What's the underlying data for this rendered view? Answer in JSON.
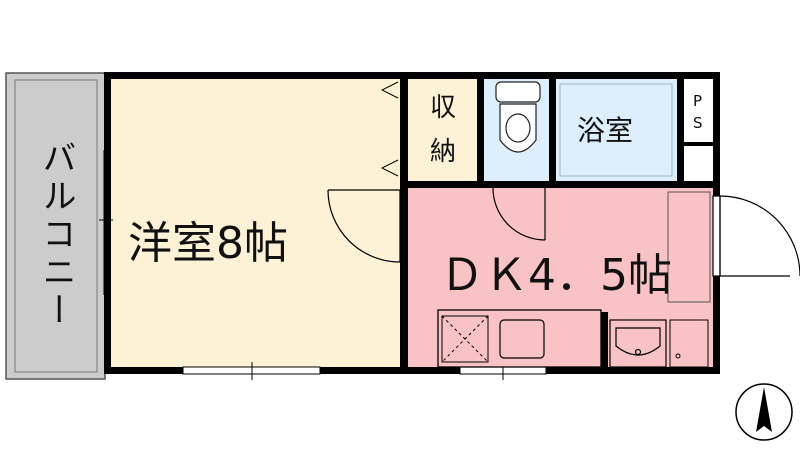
{
  "rooms": {
    "balcony": "バルコニー",
    "western_room": "洋室8帖",
    "storage_line1": "収",
    "storage_line2": "納",
    "bath": "浴室",
    "ps_line1": "P",
    "ps_line2": "S",
    "dk": "ＤＫ4．5帖"
  },
  "colors": {
    "western_room": "#fdf1d6",
    "storage": "#fdf1d6",
    "bath_toilet": "#ddeefc",
    "dk": "#f9c3c6",
    "balcony": "#cccccc",
    "wall": "#000000"
  },
  "icons": [
    "toilet-icon",
    "sink-icon",
    "stove-icon",
    "washing-machine-icon",
    "north-arrow-icon"
  ]
}
